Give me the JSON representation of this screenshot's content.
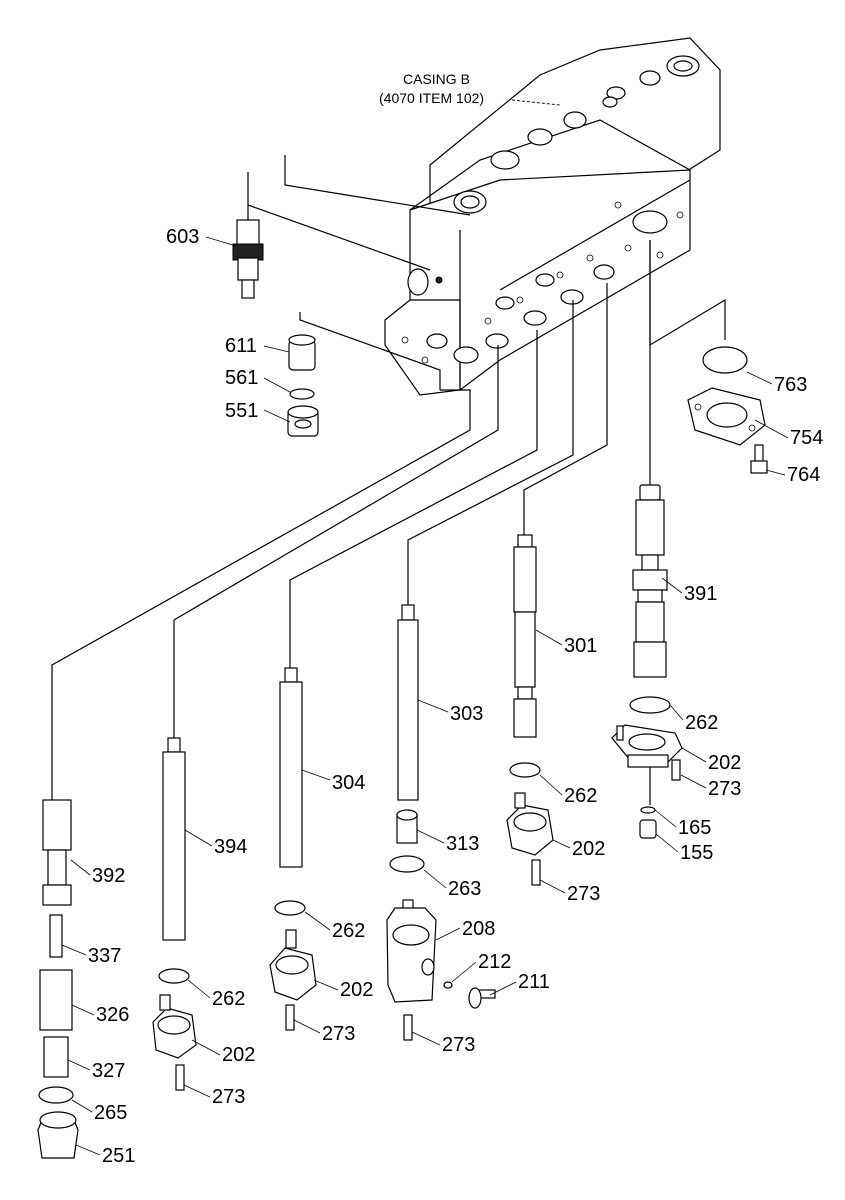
{
  "casing": {
    "line1": "CASING B",
    "line2": "(4070 ITEM 102)"
  },
  "labels": {
    "l603": "603",
    "l611": "611",
    "l561": "561",
    "l551": "551",
    "l763": "763",
    "l754": "754",
    "l764": "764",
    "l391": "391",
    "l262a": "262",
    "l202a": "202",
    "l273a": "273",
    "l165": "165",
    "l155": "155",
    "l301": "301",
    "l262b": "262",
    "l202b": "202",
    "l273b": "273",
    "l303": "303",
    "l313": "313",
    "l263": "263",
    "l208": "208",
    "l212": "212",
    "l211": "211",
    "l273c": "273",
    "l304": "304",
    "l262c": "262",
    "l202c": "202",
    "l273d": "273",
    "l394": "394",
    "l262d": "262",
    "l202d": "202",
    "l273e": "273",
    "l392": "392",
    "l337": "337",
    "l326": "326",
    "l327": "327",
    "l265": "265",
    "l251": "251"
  }
}
